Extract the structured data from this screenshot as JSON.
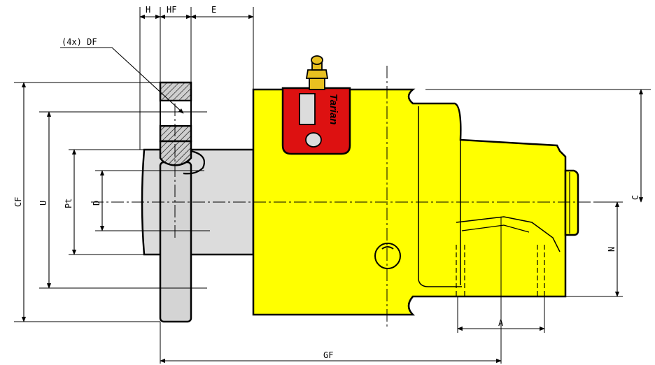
{
  "dimensions": {
    "H": "H",
    "HF": "HF",
    "E": "E",
    "DF": "(4x) DF",
    "CF": "CF",
    "U": "U",
    "Pt": "Pt",
    "D": "D",
    "C": "C",
    "N": "N",
    "A": "A",
    "GF": "GF"
  },
  "label_plate": {
    "brand": "Tarian"
  },
  "colors": {
    "body": "#ffff00",
    "plate": "#dd1111",
    "nipple": "#e8c020",
    "shaft": "#dcdcdc",
    "flange": "#cfcfcf"
  }
}
